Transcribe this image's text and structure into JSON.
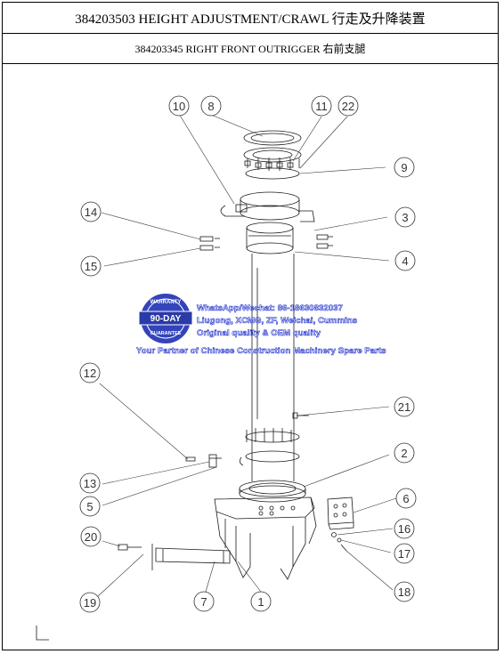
{
  "header": {
    "title": "384203503 HEIGHT ADJUSTMENT/CRAWL 行走及升降装置",
    "subtitle": "384203345 RIGHT FRONT OUTRIGGER 右前支腿"
  },
  "callouts": [
    "10",
    "8",
    "11",
    "22",
    "9",
    "14",
    "3",
    "15",
    "4",
    "21",
    "12",
    "2",
    "13",
    "5",
    "6",
    "20",
    "16",
    "17",
    "18",
    "19",
    "7",
    "1"
  ],
  "watermark": {
    "seal_top": "WARRANTY",
    "seal_middle": "90-DAY",
    "seal_bottom": "GUARANTEE",
    "line1": "WhatsApp/Wechat: 86-18630832037",
    "line2": "Liugong, XCMG, ZF, Weichai, Cummins",
    "line3": "Original quality & OEM quality",
    "line4": "Your Partner of Chinese Construction Machinery Spare Parts"
  },
  "colors": {
    "line": "#1a1a1a",
    "watermark_blue": "#2233cc",
    "seal_blue": "#3344bb"
  }
}
